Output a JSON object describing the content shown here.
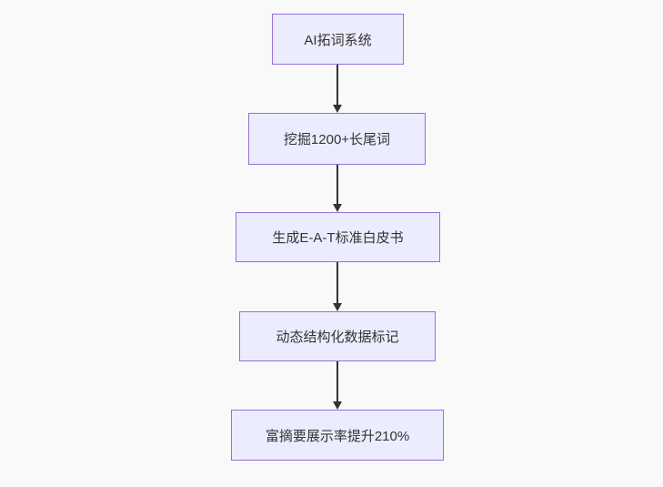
{
  "diagram": {
    "type": "flowchart",
    "direction": "top-down",
    "colors": {
      "background": "#f9f9f9",
      "node_fill": "#ececff",
      "node_border": "#9370db",
      "text": "#333333",
      "arrow": "#333333"
    },
    "nodes": [
      {
        "label": "AI拓词系统"
      },
      {
        "label": "挖掘1200+长尾词"
      },
      {
        "label": "生成E-A-T标准白皮书"
      },
      {
        "label": "动态结构化数据标记"
      },
      {
        "label": "富摘要展示率提升210%"
      }
    ],
    "edges": [
      {
        "from": 0,
        "to": 1
      },
      {
        "from": 1,
        "to": 2
      },
      {
        "from": 2,
        "to": 3
      },
      {
        "from": 3,
        "to": 4
      }
    ]
  }
}
